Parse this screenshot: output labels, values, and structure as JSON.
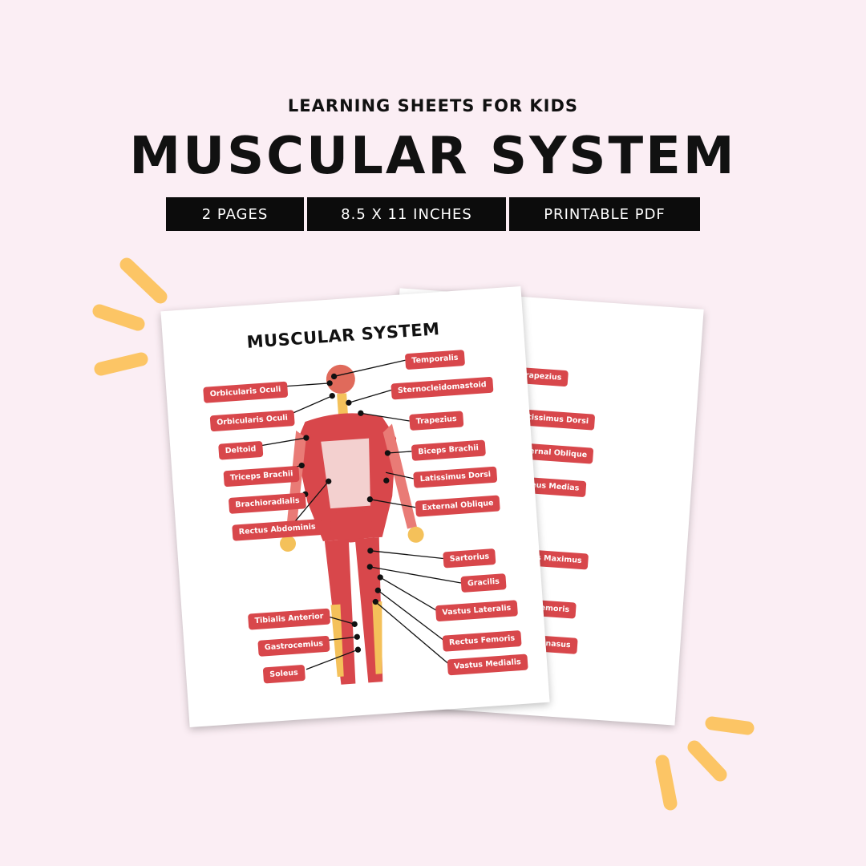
{
  "header": {
    "subtitle": "LEARNING SHEETS FOR KIDS",
    "title": "MUSCULAR SYSTEM",
    "badges": [
      "2 PAGES",
      "8.5 X 11 INCHES",
      "PRINTABLE PDF"
    ]
  },
  "front_sheet": {
    "title": "MUSCULAR SYSTEM",
    "labels_left": [
      "Orbicularis Oculi",
      "Orbicularis Oculi",
      "Deltoid",
      "Triceps Brachii",
      "Brachioradialis",
      "Rectus Abdominis",
      "Tibialis Anterior",
      "Gastrocemius",
      "Soleus"
    ],
    "labels_right": [
      "Temporalis",
      "Sternocleidomastoid",
      "Trapezius",
      "Biceps Brachii",
      "Latissimus Dorsi",
      "External Oblique",
      "Sartorius",
      "Gracilis",
      "Vastus Lateralis",
      "Rectus Femoris",
      "Vastus Medialis"
    ]
  },
  "back_sheet": {
    "labels": [
      "Trapezius",
      "Latissimus Dorsi",
      "External Oblique",
      "Gluteus Medias",
      "Gluteus Maximus",
      "Biceps Femoris",
      "Semitendinasus"
    ]
  },
  "colors": {
    "background": "#fbeef4",
    "accent": "#d8474b",
    "spark": "#fcc565",
    "badge": "#0c0c0c"
  }
}
